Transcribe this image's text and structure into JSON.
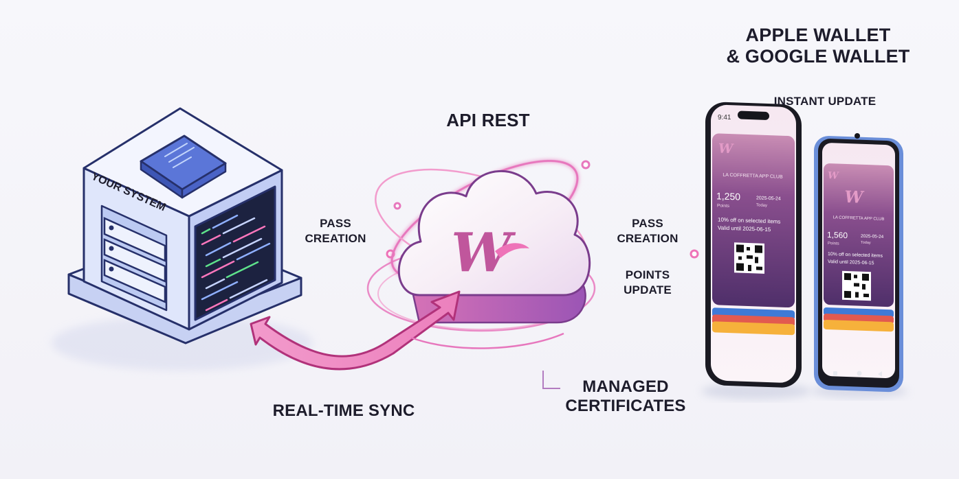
{
  "wallets": {
    "title_line1": "APPLE WALLET",
    "title_line2": "& GOOGLE WALLET",
    "instant_update": "INSTANT UPDATE"
  },
  "api": {
    "label": "API REST",
    "logo_glyph": "W"
  },
  "system": {
    "label": "YOUR SYSTEM"
  },
  "flows": {
    "left_pass_line1": "PASS",
    "left_pass_line2": "CREATION",
    "right_pass_line1": "PASS",
    "right_pass_line2": "CREATION",
    "points_line1": "POINTS",
    "points_line2": "UPDATE",
    "sync": "REAL-TIME SYNC",
    "certs_line1": "MANAGED",
    "certs_line2": "CERTIFICATES"
  },
  "iphone_pass": {
    "status_time": "9:41",
    "logo_glyph": "W",
    "club": "LA COFFRETTA APP CLUB",
    "points_value": "1,250",
    "points_unit": "Points",
    "date": "2025-05-24",
    "date_caption": "Today",
    "offer_line1": "10% off on selected items",
    "offer_line2": "Valid until 2025-06-15"
  },
  "android_pass": {
    "logo_glyph": "W",
    "club": "LA COFFRETTA APP CLUB",
    "points_value": "1,560",
    "points_unit": "Points",
    "date": "2025-05-24",
    "date_caption": "Today",
    "offer_line1": "10% off on selected items",
    "offer_line2": "Valid until 2025-06-15"
  },
  "colors": {
    "accent_pink": "#e25aa8",
    "server_blue": "#5b76d8",
    "pass_purple": "#6a3f86",
    "ink": "#1d1c2b"
  }
}
